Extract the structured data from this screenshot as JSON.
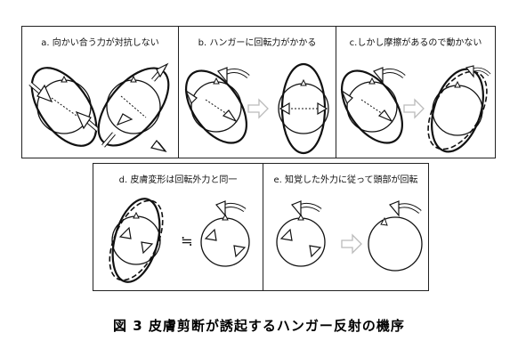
{
  "panels": {
    "a": "a. 向かい合う力が対抗しない",
    "b": "b. ハンガーに回転力がかかる",
    "c": "c.しかし摩擦があるので動かない",
    "d": "d. 皮膚変形は回転外力と同一",
    "e": "e. 知覚した外力に従って頭部が回転"
  },
  "approx_symbol": "≒",
  "caption": "図 3  皮膚剪断が誘起するハンガー反射の機序",
  "colors": {
    "line": "#111111",
    "arrow_fill": "#ffffff",
    "transition_arrow": "#bbbbbb"
  }
}
